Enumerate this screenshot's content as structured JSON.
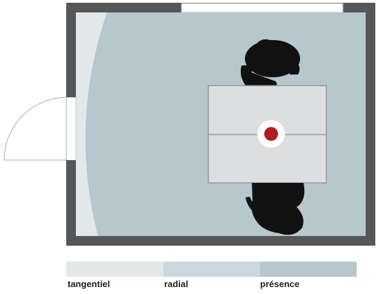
{
  "legend": {
    "items": [
      {
        "label": "tangentiel",
        "color": "#e3e9eb"
      },
      {
        "label": "radial",
        "color": "#cbd7dc"
      },
      {
        "label": "présence",
        "color": "#b6c8ce"
      }
    ]
  },
  "colors": {
    "wall": "#555759",
    "floor": "#e3e9eb",
    "coverage": "#b6c8ce",
    "table": "#dcdedf",
    "table_border": "#8c8e8f",
    "sensor": "#b31b22",
    "person": "#111111"
  },
  "icons": {
    "person": "person-top-view-icon",
    "sensor": "sensor-icon",
    "door": "door-swing-icon"
  }
}
